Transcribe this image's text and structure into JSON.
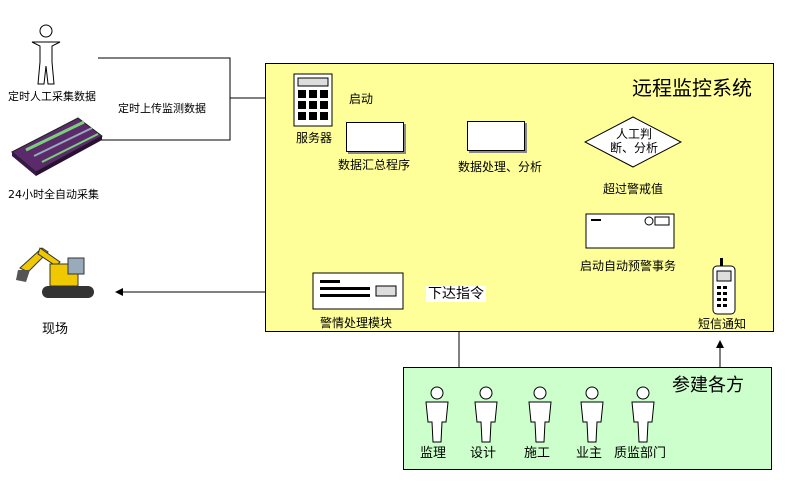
{
  "left": {
    "manual_label": "定时人工采集数据",
    "auto_label": "24小时全自动采集",
    "upload_label": "定时上传监测数据",
    "site_label": "现场"
  },
  "system": {
    "title": "远程监控系统",
    "server_label": "服务器",
    "start_label": "启动",
    "aggregate_label": "数据汇总程序",
    "process_label": "数据处理、分析",
    "decision_label": "人工判断、分析",
    "threshold_label": "超过警戒值",
    "auto_alert_label": "启动自动预警事务",
    "sms_label": "短信通知",
    "alarm_module_label": "警情处理模块",
    "command_label": "下达指令"
  },
  "parties": {
    "title": "参建各方",
    "members": [
      "监理",
      "设计",
      "施工",
      "业主",
      "质监部门"
    ]
  },
  "colors": {
    "system_bg": "#ffff99",
    "parties_bg": "#ccffcc",
    "signal": "#ff0000",
    "excavator": "#f0c800"
  }
}
